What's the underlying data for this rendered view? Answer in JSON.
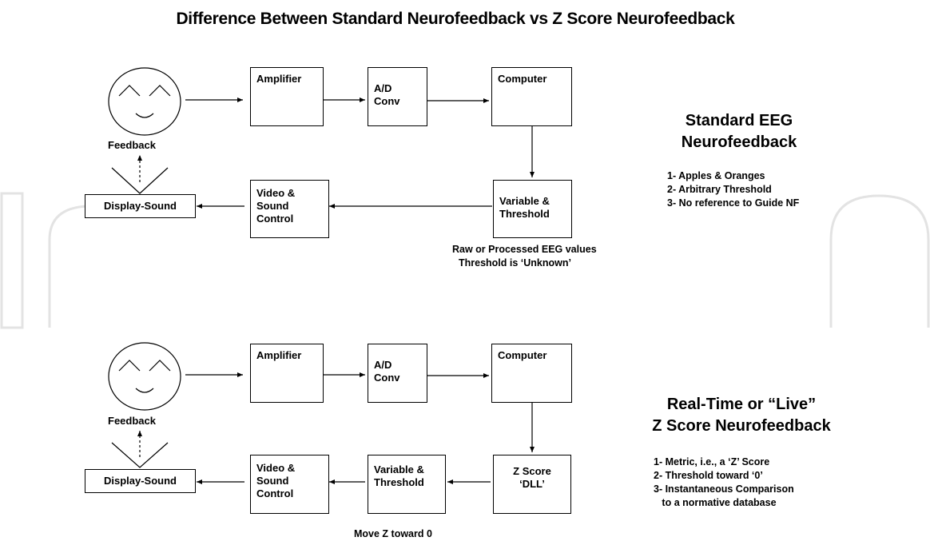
{
  "title": "Difference Between Standard Neurofeedback vs Z Score Neurofeedback",
  "top": {
    "feedback": "Feedback",
    "display": "Display-Sound",
    "amplifier": "Amplifier",
    "ad_line1": "A/D",
    "ad_line2": "Conv",
    "computer": "Computer",
    "variable_line1": "Variable &",
    "variable_line2": "Threshold",
    "video_line1": "Video &",
    "video_line2": "Sound",
    "video_line3": "Control",
    "note_line1": "Raw or Processed EEG values",
    "note_line2": "Threshold is ‘Unknown’",
    "heading_line1": "Standard EEG",
    "heading_line2": "Neurofeedback",
    "points": [
      "1- Apples & Oranges",
      "2- Arbitrary Threshold",
      "3- No reference to Guide NF"
    ]
  },
  "bottom": {
    "feedback": "Feedback",
    "display": "Display-Sound",
    "amplifier": "Amplifier",
    "ad_line1": "A/D",
    "ad_line2": "Conv",
    "computer": "Computer",
    "zscore_line1": "Z Score",
    "zscore_line2": "‘DLL’",
    "variable_line1": "Variable &",
    "variable_line2": "Threshold",
    "video_line1": "Video &",
    "video_line2": "Sound",
    "video_line3": "Control",
    "note": "Move Z toward 0",
    "heading_line1": "Real-Time or “Live”",
    "heading_line2": "Z Score Neurofeedback",
    "points": [
      "1- Metric, i.e., a ‘Z’ Score",
      "2- Threshold toward ‘0’",
      "3- Instantaneous Comparison",
      "   to a normative database"
    ]
  }
}
